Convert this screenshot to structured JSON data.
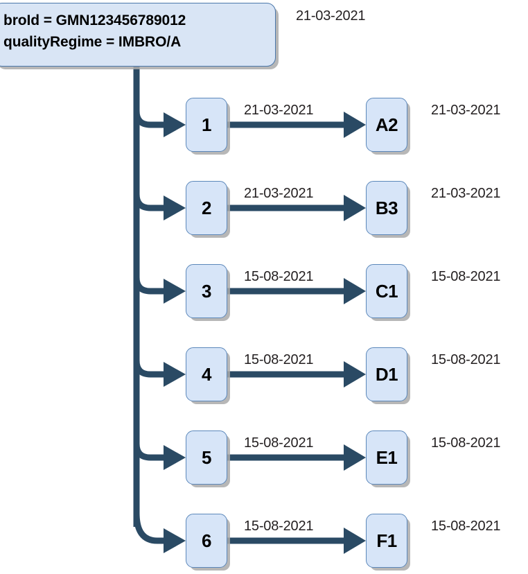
{
  "diagram": {
    "title_box": {
      "line1": "broId = GMN123456789012",
      "line2": "qualityRegime = IMBRO/A",
      "date": "21-03-2021"
    },
    "colors": {
      "node_fill": "#d7e5f8",
      "node_border": "#5b87ba",
      "root_fill": "#d9e5f5",
      "root_border": "#4a77ab",
      "connector": "#2a4a64",
      "shadow": "#aaaaaa",
      "text": "#231f20",
      "background": "#ffffff"
    },
    "rows": [
      {
        "source_label": "1",
        "target_label": "A2",
        "edge_date": "21-03-2021",
        "row_date": "21-03-2021"
      },
      {
        "source_label": "2",
        "target_label": "B3",
        "edge_date": "21-03-2021",
        "row_date": "21-03-2021"
      },
      {
        "source_label": "3",
        "target_label": "C1",
        "edge_date": "15-08-2021",
        "row_date": "15-08-2021"
      },
      {
        "source_label": "4",
        "target_label": "D1",
        "edge_date": "15-08-2021",
        "row_date": "15-08-2021"
      },
      {
        "source_label": "5",
        "target_label": "E1",
        "edge_date": "15-08-2021",
        "row_date": "15-08-2021"
      },
      {
        "source_label": "6",
        "target_label": "F1",
        "edge_date": "15-08-2021",
        "row_date": "15-08-2021"
      }
    ]
  }
}
